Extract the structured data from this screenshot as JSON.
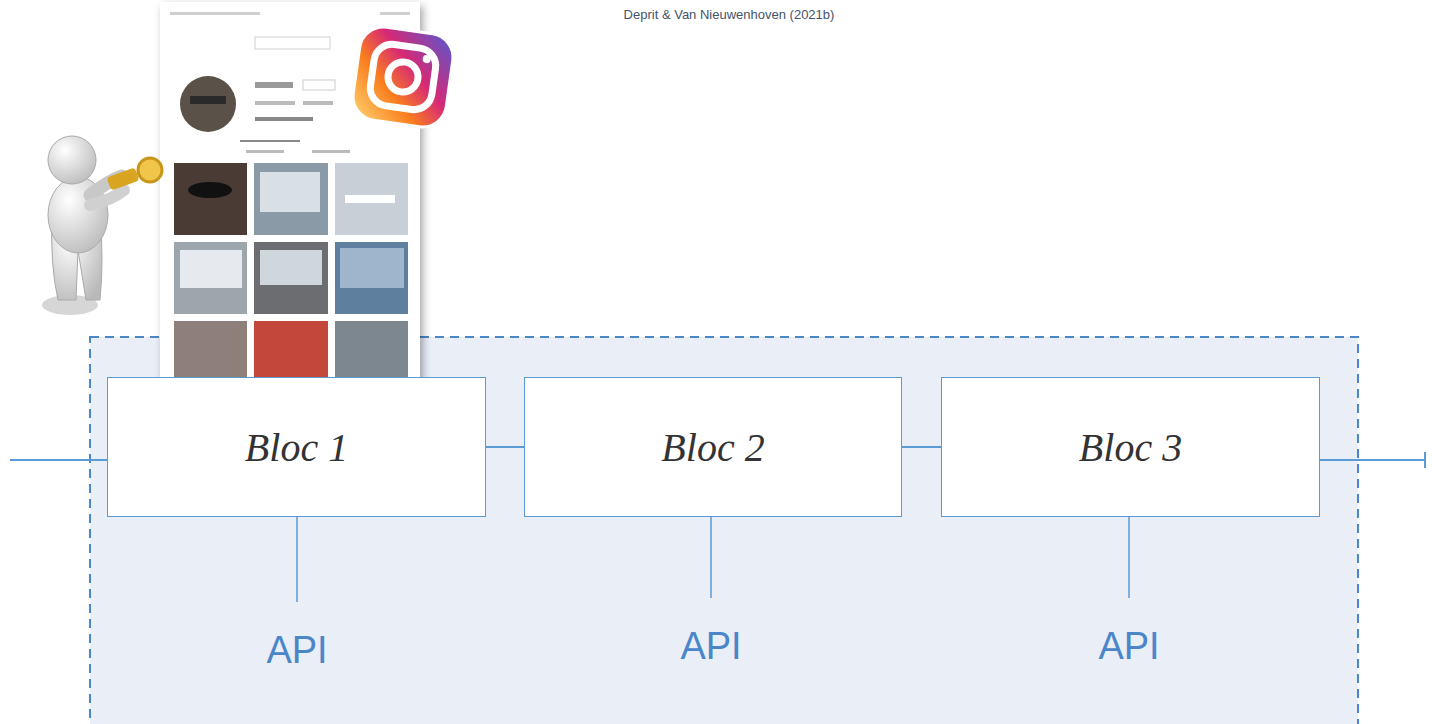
{
  "diagram": {
    "nodes": [
      {
        "text": [
          "Bloc 1"
        ]
      },
      {
        "text": [
          "Bloc 2"
        ]
      },
      {
        "text": [
          "Bloc 3"
        ]
      }
    ],
    "edges": [
      {
        "from": 0,
        "to": 1,
        "arrow": "none"
      },
      {
        "from": 1,
        "to": 2,
        "arrow": "none"
      }
    ],
    "labels": [
      "Deprit & Van Nieuwenhoven (2021b)",
      "API",
      "API",
      "API"
    ]
  }
}
